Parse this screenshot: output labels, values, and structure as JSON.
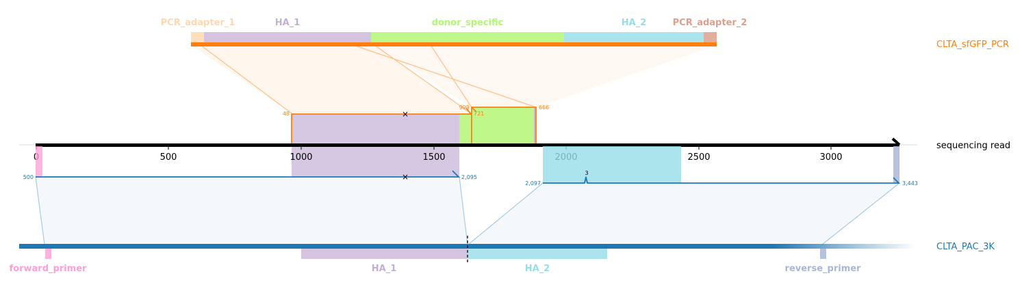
{
  "reference": {
    "name": "sequencing read",
    "color": "#000000",
    "length": 3325,
    "ticks": [
      "0",
      "500",
      "1000",
      "1500",
      "2000",
      "2500",
      "3000"
    ]
  },
  "top_target": {
    "name": "CLTA_sfGFP_PCR",
    "color": "#ff7f0e",
    "features": [
      {
        "label": "PCR_adapter_1",
        "color": "#ffd8b1"
      },
      {
        "label": "HA_1",
        "color": "#c5b0d5"
      },
      {
        "label": "donor_specific",
        "color": "#b4f677"
      },
      {
        "label": "HA_2",
        "color": "#96dde9"
      },
      {
        "label": "PCR_adapter_2",
        "color": "#dda08e"
      }
    ],
    "alignment_labels": {
      "start": "48",
      "break_end": "999",
      "insert_start": "721",
      "end": "666"
    }
  },
  "bottom_target": {
    "name": "CLTA_PAC_3K",
    "color": "#1f77b4",
    "features": [
      {
        "label": "forward_primer",
        "color": "#ff9fd5"
      },
      {
        "label": "HA_1",
        "color": "#c5b0d5"
      },
      {
        "label": "HA_2",
        "color": "#96dde9"
      },
      {
        "label": "reverse_primer",
        "color": "#a8b8d8"
      }
    ],
    "alignment_labels": {
      "first_start": "500",
      "first_end": "2,095",
      "second_start": "2,097",
      "indel": "3",
      "second_end": "3,443"
    }
  },
  "marker": "×"
}
